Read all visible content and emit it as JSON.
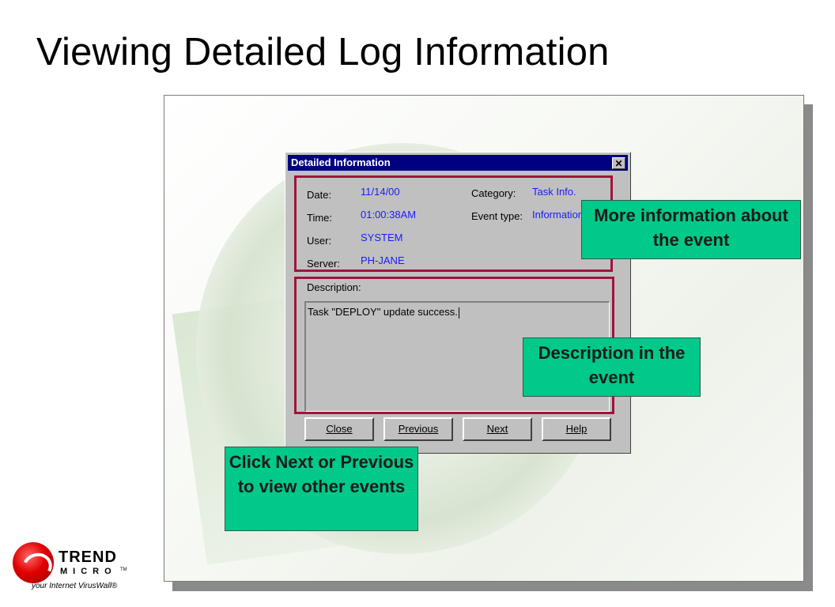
{
  "slide": {
    "title": "Viewing Detailed Log Information"
  },
  "dialog": {
    "title": "Detailed Information",
    "close_glyph": "✕",
    "fields": {
      "date_label": "Date:",
      "date_value": "11/14/00",
      "time_label": "Time:",
      "time_value": "01:00:38AM",
      "user_label": "User:",
      "user_value": "SYSTEM",
      "server_label": "Server:",
      "server_value": "PH-JANE",
      "category_label": "Category:",
      "category_value": "Task Info.",
      "event_type_label": "Event type:",
      "event_type_value": "Information"
    },
    "description_label": "Description:",
    "description_text": "Task \"DEPLOY\" update success.",
    "buttons": {
      "close": "Close",
      "previous": "Previous",
      "next": "Next",
      "help": "Help"
    }
  },
  "callouts": {
    "more_info": "More information about the event",
    "description": "Description in the event",
    "navigation": "Click Next or Previous to view other events"
  },
  "logo": {
    "brand_top": "TREND",
    "brand_bottom": "MICRO",
    "trademark": "TM",
    "tagline": "your Internet VirusWall®"
  },
  "colors": {
    "highlight": "#a0143c",
    "callout": "#00c98a",
    "titlebar": "#000080",
    "value_text": "#1a1aff"
  }
}
